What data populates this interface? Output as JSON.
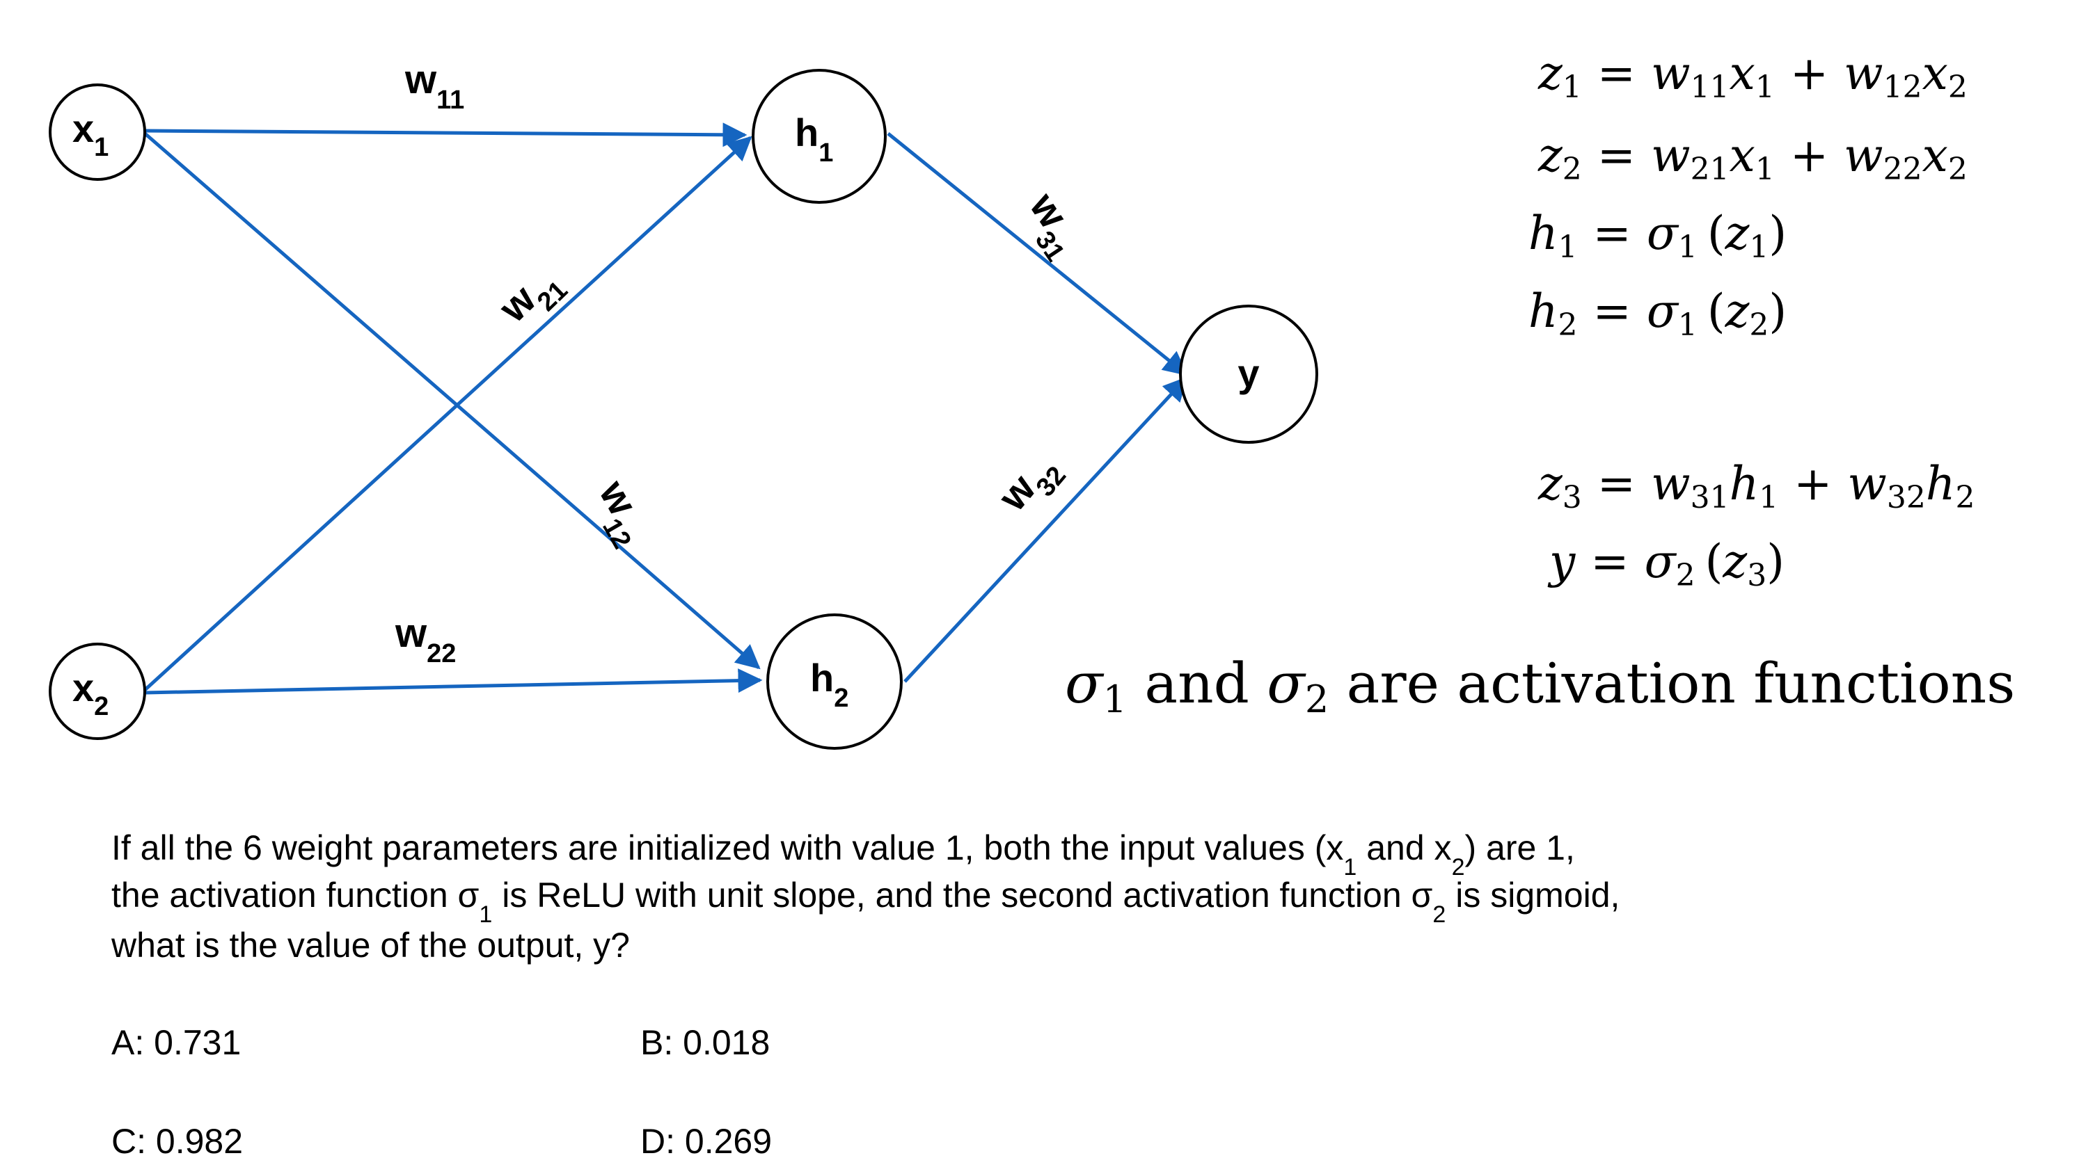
{
  "nodes": {
    "x1": {
      "base": "x",
      "sub": "1"
    },
    "x2": {
      "base": "x",
      "sub": "2"
    },
    "h1": {
      "base": "h",
      "sub": "1"
    },
    "h2": {
      "base": "h",
      "sub": "2"
    },
    "y": {
      "base": "y"
    }
  },
  "weights": {
    "w11": {
      "base": "w",
      "sub": "11"
    },
    "w21": {
      "base": "w",
      "sub": "21"
    },
    "w12": {
      "base": "w",
      "sub": "12"
    },
    "w22": {
      "base": "w",
      "sub": "22"
    },
    "w31": {
      "base": "w",
      "sub": "31"
    },
    "w32": {
      "base": "w",
      "sub": "32"
    }
  },
  "equations": [
    {
      "lhs": "z",
      "lhs_sub": "1",
      "rhs": [
        [
          "w",
          "11"
        ],
        [
          "x",
          "1"
        ],
        "+",
        [
          "w",
          "12"
        ],
        [
          "x",
          "2"
        ]
      ]
    },
    {
      "lhs": "z",
      "lhs_sub": "2",
      "rhs": [
        [
          "w",
          "21"
        ],
        [
          "x",
          "1"
        ],
        "+",
        [
          "w",
          "22"
        ],
        [
          "x",
          "2"
        ]
      ]
    }
  ],
  "eq_text": {
    "e1": {
      "lhs": "z",
      "lhs_sub": "1",
      "t1": "w",
      "s1": "11",
      "t2": "x",
      "s2": "1",
      "plus": "+",
      "t3": "w",
      "s3": "12",
      "t4": "x",
      "s4": "2"
    },
    "e2": {
      "lhs": "z",
      "lhs_sub": "2",
      "t1": "w",
      "s1": "21",
      "t2": "x",
      "s2": "1",
      "plus": "+",
      "t3": "w",
      "s3": "22",
      "t4": "x",
      "s4": "2"
    },
    "e3": {
      "lhs": "h",
      "lhs_sub": "1",
      "fn": "σ",
      "fn_sub": "1",
      "arg": "z",
      "arg_sub": "1"
    },
    "e4": {
      "lhs": "h",
      "lhs_sub": "2",
      "fn": "σ",
      "fn_sub": "1",
      "arg": "z",
      "arg_sub": "2"
    },
    "e5": {
      "lhs": "z",
      "lhs_sub": "3",
      "t1": "w",
      "s1": "31",
      "t2": "h",
      "s2": "1",
      "plus": "+",
      "t3": "w",
      "s3": "32",
      "t4": "h",
      "s4": "2"
    },
    "e6": {
      "lhs": "y",
      "fn": "σ",
      "fn_sub": "2",
      "arg": "z",
      "arg_sub": "3"
    }
  },
  "eq_symbols": {
    "equals": "=",
    "lparen": "(",
    "rparen": ")"
  },
  "note": {
    "s1": "σ",
    "s1_sub": "1",
    "mid": " and ",
    "s2": "σ",
    "s2_sub": "2",
    "end": " are activation functions"
  },
  "question": {
    "l1a": "If all the 6 weight parameters are initialized with value 1, both the input values (x",
    "l1s1": "1",
    "l1b": " and x",
    "l1s2": "2",
    "l1c": ") are 1,",
    "l2a": "the activation function σ",
    "l2s1": "1",
    "l2b": " is ReLU with unit slope, and the second activation function σ",
    "l2s2": "2",
    "l2c": " is sigmoid,",
    "l3": "what is the value of the output, y?"
  },
  "options": {
    "A": "A: 0.731",
    "B": "B: 0.018",
    "C": "C: 0.982",
    "D": "D: 0.269"
  },
  "colors": {
    "edge": "#1565c0",
    "node_stroke": "#000000",
    "text": "#000000"
  }
}
